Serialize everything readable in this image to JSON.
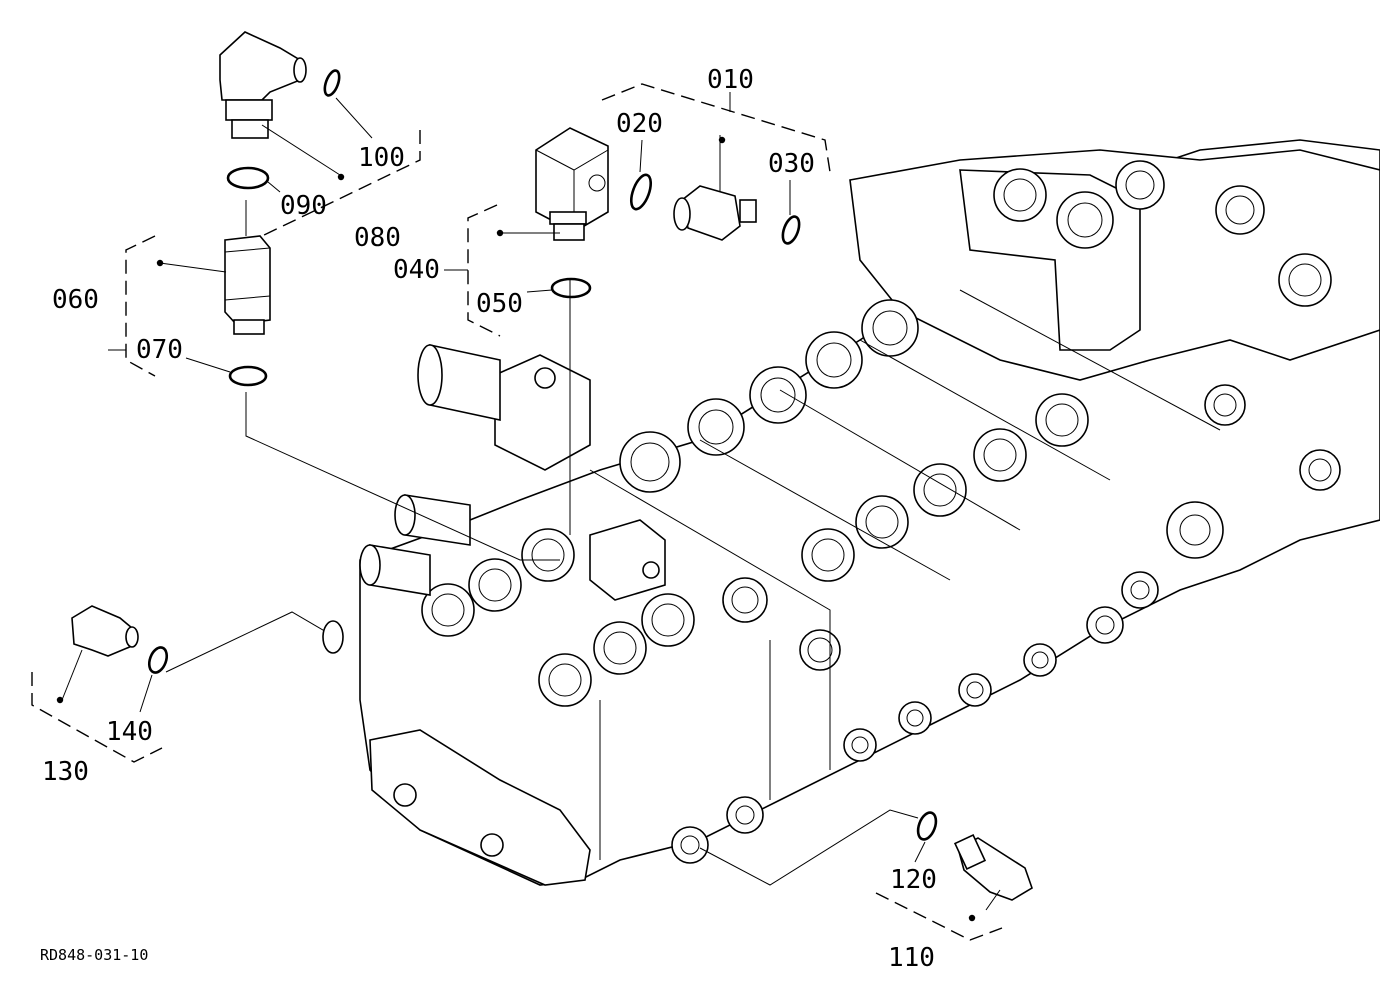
{
  "diagram": {
    "drawing_code": "RD848-031-10",
    "callouts": [
      {
        "id": "p010",
        "text": "010"
      },
      {
        "id": "p020",
        "text": "020"
      },
      {
        "id": "p030",
        "text": "030"
      },
      {
        "id": "p040",
        "text": "040"
      },
      {
        "id": "p050",
        "text": "050"
      },
      {
        "id": "p060",
        "text": "060"
      },
      {
        "id": "p070",
        "text": "070"
      },
      {
        "id": "p080",
        "text": "080"
      },
      {
        "id": "p090",
        "text": "090"
      },
      {
        "id": "p100",
        "text": "100"
      },
      {
        "id": "p110",
        "text": "110"
      },
      {
        "id": "p120",
        "text": "120"
      },
      {
        "id": "p130",
        "text": "130"
      },
      {
        "id": "p140",
        "text": "140"
      }
    ]
  }
}
